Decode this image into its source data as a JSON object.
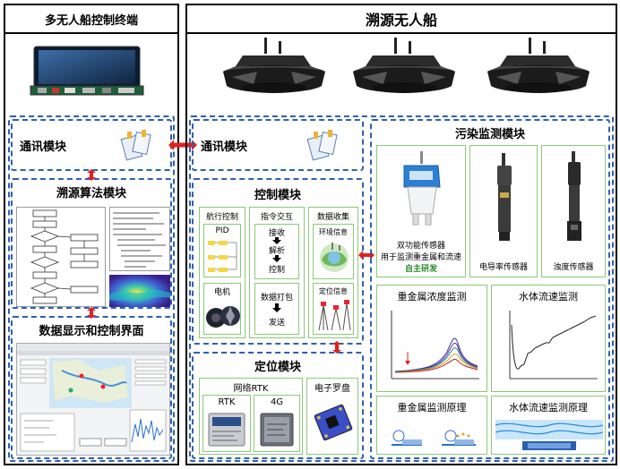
{
  "left_panel": {
    "title": "多无人船控制终端",
    "comm_module": "通讯模块",
    "algo_module": "溯源算法模块",
    "display_module": "数据显示和控制界面"
  },
  "right_panel": {
    "title": "溯源无人船",
    "comm_module": "通讯模块",
    "control": {
      "title": "控制模块",
      "nav": {
        "title": "航行控制",
        "pid": "PID",
        "motor": "电机"
      },
      "command": {
        "title": "指令交互",
        "step1": "接收",
        "step2": "解析",
        "step3": "控制",
        "pack": "数据打包",
        "send": "发送"
      },
      "collect": {
        "title": "数据收集",
        "env": "环境信息",
        "pos": "定位信息"
      }
    },
    "position": {
      "title": "定位模块",
      "rtk_group": "网络RTK",
      "rtk": "RTK",
      "g4": "4G",
      "compass": "电子罗盘"
    },
    "pollution": {
      "title": "污染监测模块",
      "sensor1_l1": "双功能传感器",
      "sensor1_l2": "用于监测重金属和流速",
      "sensor1_l3": "自主研发",
      "sensor2": "电导率传感器",
      "sensor3": "浊度传感器",
      "hm_title": "重金属浓度监测",
      "flow_title": "水体流速监测",
      "hm_principle": "重金属监测原理",
      "flow_principle": "水体流速监测原理"
    }
  },
  "colors": {
    "dash": "#2f5fb3",
    "green": "#8cc87a",
    "arrow": "#e02020",
    "accent_green": "#2a8a2a"
  }
}
